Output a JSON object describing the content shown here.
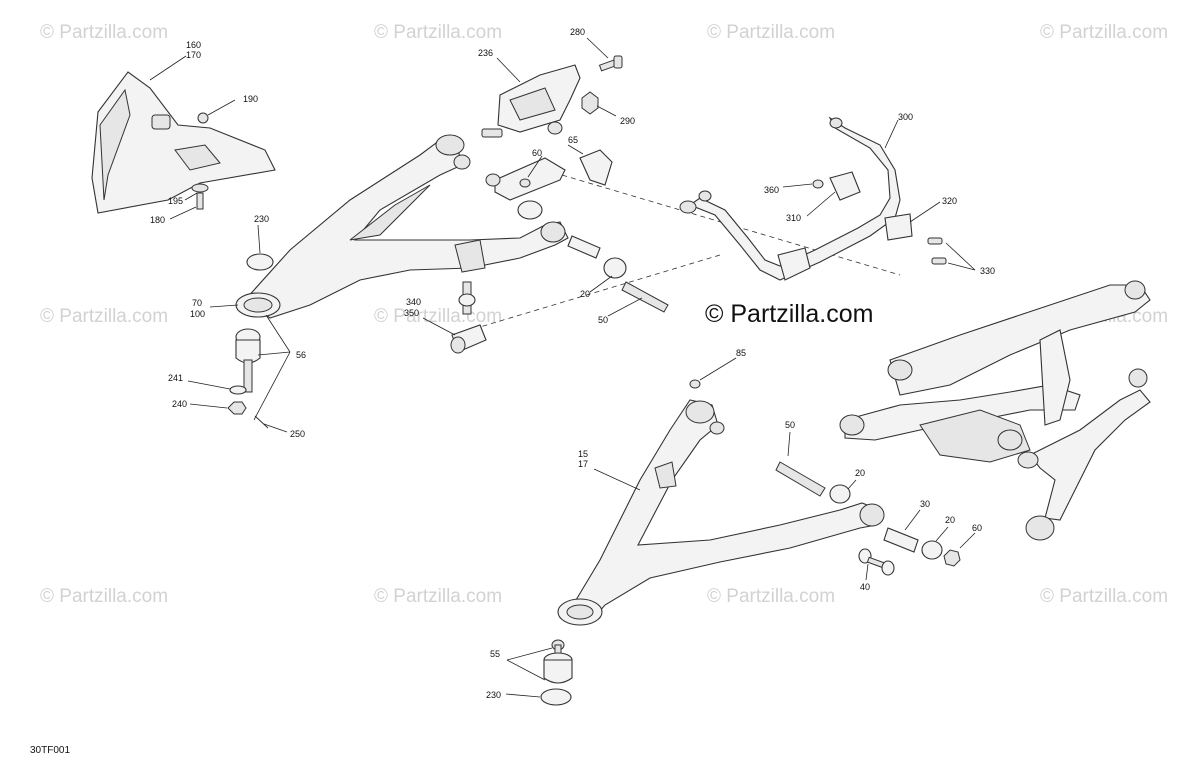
{
  "watermark": "© Partzilla.com",
  "center_watermark": "© Partzilla.com",
  "diagram_code": "30TF001",
  "callouts": {
    "c160_170": [
      "160",
      "170"
    ],
    "c190": "190",
    "c195": "195",
    "c180": "180",
    "c236": "236",
    "c280": "280",
    "c290": "290",
    "c60a": "60",
    "c65": "65",
    "c230a": "230",
    "c70_100": [
      "70",
      "100"
    ],
    "c56": "56",
    "c241": "241",
    "c240": "240",
    "c250": "250",
    "c340_350": [
      "340",
      "350"
    ],
    "c20a": "20",
    "c50a": "50",
    "c300": "300",
    "c360": "360",
    "c310": "310",
    "c320": "320",
    "c330": "330",
    "c85": "85",
    "c15_17": [
      "15",
      "17"
    ],
    "c50b": "50",
    "c20b": "20",
    "c30": "30",
    "c20c": "20",
    "c60b": "60",
    "c40": "40",
    "c55": "55",
    "c230b": "230"
  }
}
